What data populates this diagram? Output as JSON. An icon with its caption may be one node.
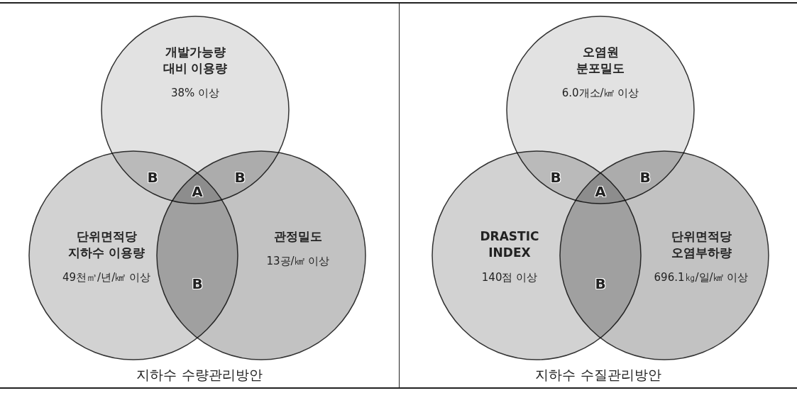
{
  "diagram": {
    "nodes": [
      {
        "text": [
          "지하수 수량관리방안"
        ]
      },
      {
        "text": [
          "개발가능량 대비 이용량",
          "38% 이상"
        ],
        "in": 0
      },
      {
        "text": [
          "단위면적당 지하수 이용량",
          "49천㎥/년/㎢ 이상"
        ],
        "in": 0
      },
      {
        "text": [
          "관정밀도",
          "13공/㎢ 이상"
        ],
        "in": 0
      },
      {
        "text": [
          "지하수 수질관리방안"
        ]
      },
      {
        "text": [
          "오염원 분포밀도",
          "6.0개소/㎢ 이상"
        ],
        "in": 4
      },
      {
        "text": [
          "DRASTIC INDEX",
          "140점 이상"
        ],
        "in": 4
      },
      {
        "text": [
          "단위면적당 오염부하량",
          "696.1㎏/일/㎢ 이상"
        ],
        "in": 4
      }
    ],
    "edges": [],
    "labels": [
      "B",
      "B",
      "A",
      "B",
      "B",
      "B",
      "A",
      "B"
    ]
  }
}
